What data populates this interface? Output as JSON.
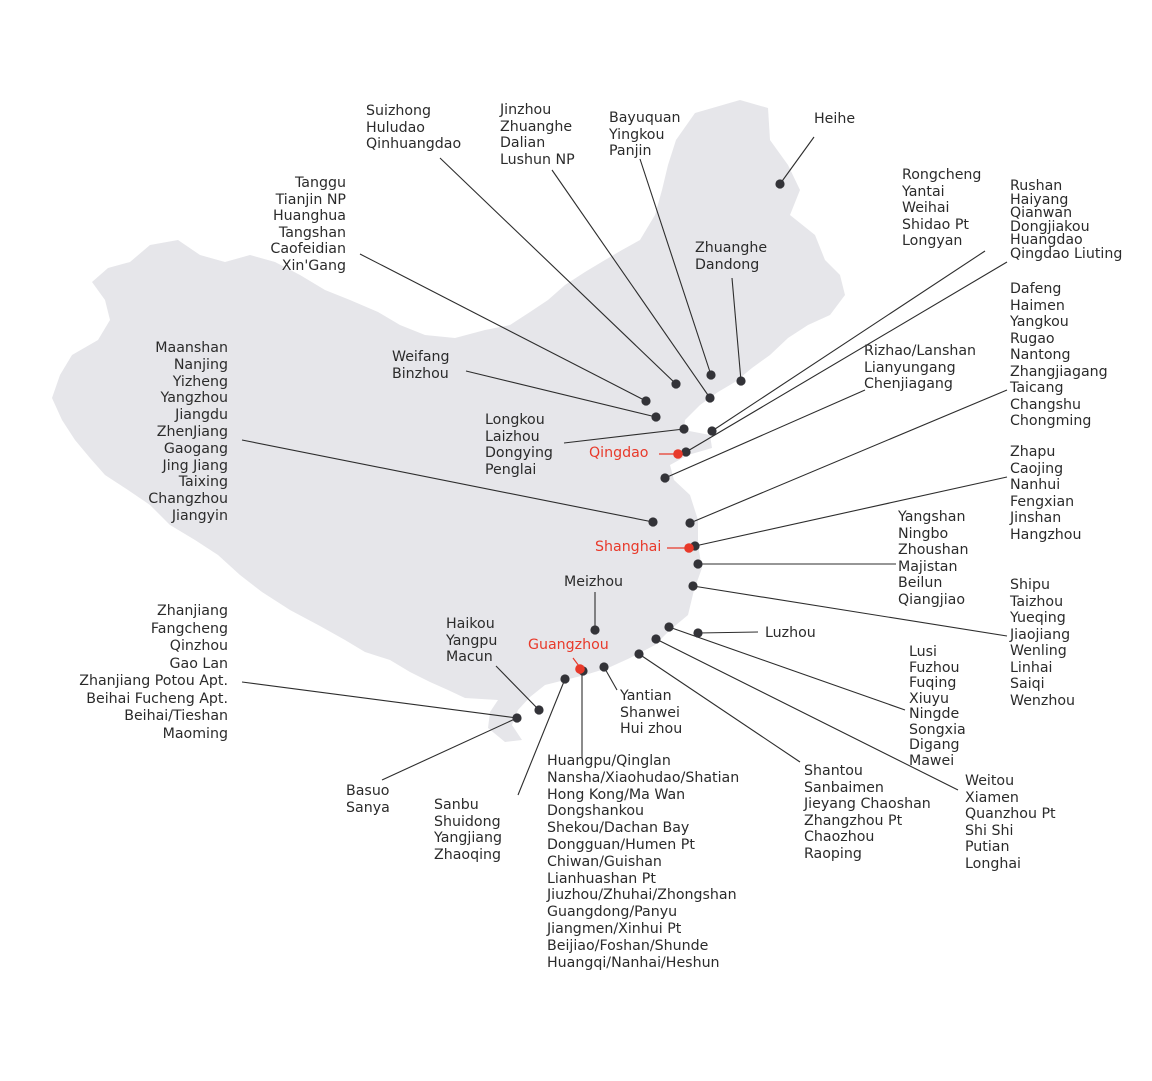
{
  "colors": {
    "land": "#e6e6ea",
    "port_dot": "#333338",
    "hub": "#e8392a",
    "text": "#2b2b2b"
  },
  "hubs": {
    "qingdao": "Qingdao",
    "shanghai": "Shanghai",
    "guangzhou": "Guangzhou"
  },
  "groups": {
    "heihe": [
      "Heihe"
    ],
    "bayuquan": [
      "Bayuquan",
      "Yingkou",
      "Panjin"
    ],
    "jinzhou": [
      "Jinzhou",
      "Zhuanghe",
      "Dalian",
      "Lushun NP"
    ],
    "suizhong": [
      "Suizhong",
      "Huludao",
      "Qinhuangdao"
    ],
    "tanggu": [
      "Tanggu",
      "Tianjin NP",
      "Huanghua",
      "Tangshan",
      "Caofeidian",
      "Xin'Gang"
    ],
    "dandong": [
      "Zhuanghe",
      "Dandong"
    ],
    "rongcheng": [
      "Rongcheng",
      "Yantai",
      "Weihai",
      "Shidao Pt",
      "Longyan"
    ],
    "rushan": [
      "Rushan",
      "Haiyang",
      "Qianwan",
      "Dongjiakou",
      "Huangdao",
      "Qingdao Liuting"
    ],
    "weifang": [
      "Weifang",
      "Binzhou"
    ],
    "rizhao": [
      "Rizhao/Lanshan",
      "Lianyungang",
      "Chenjiagang"
    ],
    "dafeng": [
      "Dafeng",
      "Haimen",
      "Yangkou",
      "Rugao",
      "Nantong",
      "Zhangjiagang",
      "Taicang",
      "Changshu",
      "Chongming"
    ],
    "longkou": [
      "Longkou",
      "Laizhou",
      "Dongying",
      "Penglai"
    ],
    "maanshan": [
      "Maanshan",
      "Nanjing",
      "Yizheng",
      "Yangzhou",
      "Jiangdu",
      "ZhenJiang",
      "Gaogang",
      "Jing Jiang",
      "Taixing",
      "Changzhou",
      "Jiangyin"
    ],
    "zhapu": [
      "Zhapu",
      "Caojing",
      "Nanhui",
      "Fengxian",
      "Jinshan",
      "Hangzhou"
    ],
    "yangshan": [
      "Yangshan",
      "Ningbo",
      "Zhoushan",
      "Majistan",
      "Beilun",
      "Qiangjiao"
    ],
    "shipu": [
      "Shipu",
      "Taizhou",
      "Yueqing",
      "Jiaojiang",
      "Wenling",
      "Linhai",
      "Saiqi",
      "Wenzhou"
    ],
    "meizhou": [
      "Meizhou"
    ],
    "luzhou": [
      "Luzhou"
    ],
    "zhanjiang": [
      "Zhanjiang",
      "Fangcheng",
      "Qinzhou",
      "Gao Lan",
      "Zhanjiang Potou Apt.",
      "Beihai Fucheng Apt.",
      "Beihai/Tieshan",
      "Maoming"
    ],
    "haikou": [
      "Haikou",
      "Yangpu",
      "Macun"
    ],
    "lusi": [
      "Lusi",
      "Fuzhou",
      "Fuqing",
      "Xiuyu",
      "Ningde",
      "Songxia",
      "Digang",
      "Mawei"
    ],
    "yantian": [
      "Yantian",
      "Shanwei",
      "Hui zhou"
    ],
    "basuo": [
      "Basuo",
      "Sanya"
    ],
    "sanbu": [
      "Sanbu",
      "Shuidong",
      "Yangjiang",
      "Zhaoqing"
    ],
    "huangpu": [
      "Huangpu/Qinglan",
      "Nansha/Xiaohudao/Shatian",
      "Hong Kong/Ma Wan",
      "Dongshankou",
      "Shekou/Dachan Bay",
      "Dongguan/Humen Pt",
      "Chiwan/Guishan",
      "Lianhuashan Pt",
      "Jiuzhou/Zhuhai/Zhongshan",
      "Guangdong/Panyu",
      "Jiangmen/Xinhui Pt",
      "Beijiao/Foshan/Shunde",
      "Huangqi/Nanhai/Heshun"
    ],
    "shantou": [
      "Shantou",
      "Sanbaimen",
      "Jieyang Chaoshan",
      "Zhangzhou Pt",
      "Chaozhou",
      "Raoping"
    ],
    "weitou": [
      "Weitou",
      "Xiamen",
      "Quanzhou Pt",
      "Shi Shi",
      "Putian",
      "Longhai"
    ]
  }
}
